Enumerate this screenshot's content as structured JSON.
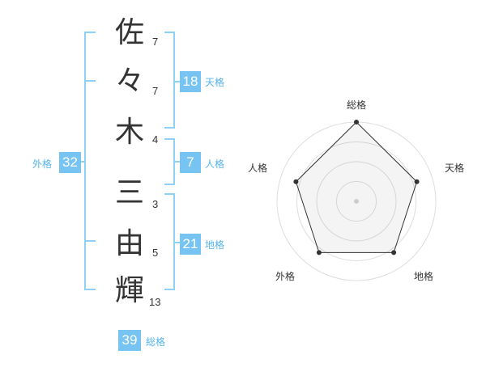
{
  "name": {
    "chars": [
      {
        "char": "佐",
        "strokes": "7"
      },
      {
        "char": "々",
        "strokes": "7"
      },
      {
        "char": "木",
        "strokes": "4"
      },
      {
        "char": "三",
        "strokes": "3"
      },
      {
        "char": "由",
        "strokes": "5"
      },
      {
        "char": "輝",
        "strokes": "13"
      }
    ]
  },
  "kakusu": {
    "tenkaku": {
      "value": "18",
      "label": "天格"
    },
    "jinkaku": {
      "value": "7",
      "label": "人格"
    },
    "chikaku": {
      "value": "21",
      "label": "地格"
    },
    "gaikaku": {
      "value": "32",
      "label": "外格"
    },
    "soukaku": {
      "value": "39",
      "label": "総格"
    }
  },
  "colors": {
    "accent": "#77c4f2",
    "bracket": "#8fd0f5",
    "label": "#55b4ec",
    "text": "#333333"
  },
  "chart_data": {
    "type": "radar",
    "axes": [
      "総格",
      "天格",
      "地格",
      "外格",
      "人格"
    ],
    "values": [
      1,
      0.8,
      0.8,
      0.8,
      0.8
    ],
    "rings": 4,
    "range": [
      0,
      1
    ]
  }
}
